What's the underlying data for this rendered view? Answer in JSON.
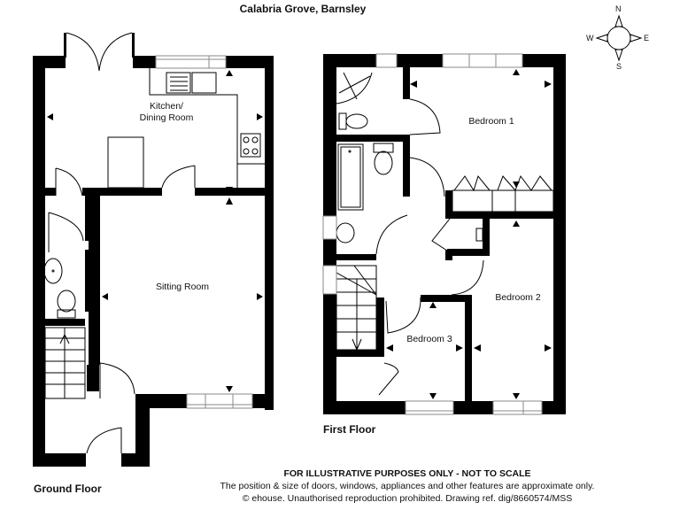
{
  "header": {
    "title": "Calabria Grove, Barnsley"
  },
  "compass": {
    "north": "N",
    "south": "S",
    "east": "E",
    "west": "W",
    "icon": "compass-rose-icon"
  },
  "ground_floor": {
    "label": "Ground Floor",
    "rooms": [
      {
        "name": "Kitchen/",
        "name_line2": "Dining Room"
      },
      {
        "name": "Sitting Room"
      }
    ],
    "features": [
      "french-doors",
      "sink",
      "hob",
      "wc",
      "basin",
      "stairs-up",
      "front-door"
    ]
  },
  "first_floor": {
    "label": "First Floor",
    "rooms": [
      {
        "name": "Bedroom 1"
      },
      {
        "name": "Bedroom 2"
      },
      {
        "name": "Bedroom 3"
      }
    ],
    "features": [
      "en-suite-shower",
      "bathroom",
      "wardrobes",
      "cupboards",
      "stairs-down"
    ]
  },
  "footer": {
    "line1": "FOR ILLUSTRATIVE PURPOSES ONLY - NOT TO SCALE",
    "line2": "The position & size of doors, windows, appliances and other features are approximate only.",
    "line3": "© ehouse. Unauthorised reproduction prohibited. Drawing ref. dig/8660574/MSS"
  },
  "colors": {
    "wall": "#000000",
    "background": "#ffffff",
    "window": "#aaaaaa"
  }
}
